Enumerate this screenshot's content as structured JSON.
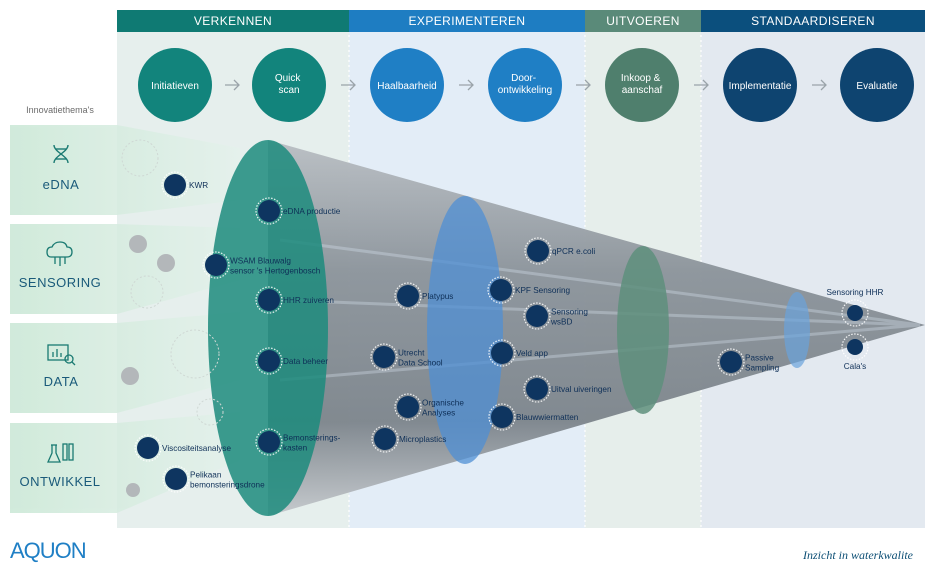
{
  "phases": [
    {
      "label": "VERKENNEN",
      "color": "#0f7a73"
    },
    {
      "label": "EXPERIMENTEREN",
      "color": "#1e7dc2"
    },
    {
      "label": "UITVOEREN",
      "color": "#5a8a79"
    },
    {
      "label": "STANDAARDISEREN",
      "color": "#0b4f7d"
    }
  ],
  "steps": [
    {
      "label": [
        "Initiatieven"
      ],
      "color": "#12847c"
    },
    {
      "label": [
        "Quick",
        "scan"
      ],
      "color": "#12847c"
    },
    {
      "label": [
        "Haalbaarheid"
      ],
      "color": "#1f7fc5"
    },
    {
      "label": [
        "Door-",
        "ontwikkeling"
      ],
      "color": "#1f7fc5"
    },
    {
      "label": [
        "Inkoop &",
        "aanschaf"
      ],
      "color": "#4f7f6d"
    },
    {
      "label": [
        "Implementatie"
      ],
      "color": "#0e4470"
    },
    {
      "label": [
        "Evaluatie"
      ],
      "color": "#0e4470"
    }
  ],
  "themes_heading": "Innovatiethema's",
  "themes": [
    {
      "label": "eDNA",
      "icon": "dna-icon"
    },
    {
      "label": "SENSORING",
      "icon": "cloud-sensor-icon"
    },
    {
      "label": "DATA",
      "icon": "data-chart-icon"
    },
    {
      "label": "ONTWIKKEL",
      "icon": "lab-flask-icon"
    }
  ],
  "projects": [
    {
      "label": [
        "KWR"
      ]
    },
    {
      "label": [
        "eDNA productie"
      ]
    },
    {
      "label": [
        "WSAM Blauwalg",
        "sensor 's Hertogenbosch"
      ]
    },
    {
      "label": [
        "HHR zuiveren"
      ]
    },
    {
      "label": [
        "Data beheer"
      ]
    },
    {
      "label": [
        "Bemonsterings-",
        "kasten"
      ]
    },
    {
      "label": [
        "Viscositeitsanalyse"
      ]
    },
    {
      "label": [
        "Pelikaan",
        "bemonsteringsdrone"
      ]
    },
    {
      "label": [
        "Platypus"
      ]
    },
    {
      "label": [
        "Utrecht",
        "Data School"
      ]
    },
    {
      "label": [
        "Organische",
        "Analyses"
      ]
    },
    {
      "label": [
        "Microplastics"
      ]
    },
    {
      "label": [
        "qPCR e.coli"
      ]
    },
    {
      "label": [
        "KPF Sensoring"
      ]
    },
    {
      "label": [
        "Sensoring",
        "wsBD"
      ]
    },
    {
      "label": [
        "Veld app"
      ]
    },
    {
      "label": [
        "Uitval uiveringen"
      ]
    },
    {
      "label": [
        "Blauwwiermatten"
      ]
    },
    {
      "label": [
        "Passive",
        "Sampling"
      ]
    },
    {
      "label": [
        "Sensoring HHR"
      ]
    },
    {
      "label": [
        "Cala's"
      ]
    }
  ],
  "logo_text": "AQUON",
  "tagline": "Inzicht in waterkwalite"
}
